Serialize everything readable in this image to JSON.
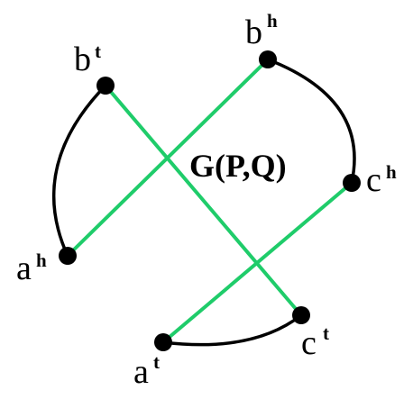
{
  "title": "G(P,Q)",
  "colors": {
    "green_edge": "#1fcc6a",
    "black_edge": "#000000",
    "node": "#000000"
  },
  "nodes": [
    {
      "id": "bt",
      "base": "b",
      "sup": "t"
    },
    {
      "id": "bh",
      "base": "b",
      "sup": "h"
    },
    {
      "id": "ah",
      "base": "a",
      "sup": "h"
    },
    {
      "id": "ch",
      "base": "c",
      "sup": "h"
    },
    {
      "id": "at",
      "base": "a",
      "sup": "t"
    },
    {
      "id": "ct",
      "base": "c",
      "sup": "t"
    }
  ],
  "edges": [
    {
      "from": "bt",
      "to": "ct",
      "kind": "straight",
      "color": "green"
    },
    {
      "from": "bh",
      "to": "ah",
      "kind": "straight",
      "color": "green"
    },
    {
      "from": "ch",
      "to": "at",
      "kind": "straight",
      "color": "green"
    },
    {
      "from": "bt",
      "to": "ah",
      "kind": "curved",
      "color": "black"
    },
    {
      "from": "bh",
      "to": "ch",
      "kind": "curved",
      "color": "black"
    },
    {
      "from": "at",
      "to": "ct",
      "kind": "curved",
      "color": "black"
    }
  ]
}
